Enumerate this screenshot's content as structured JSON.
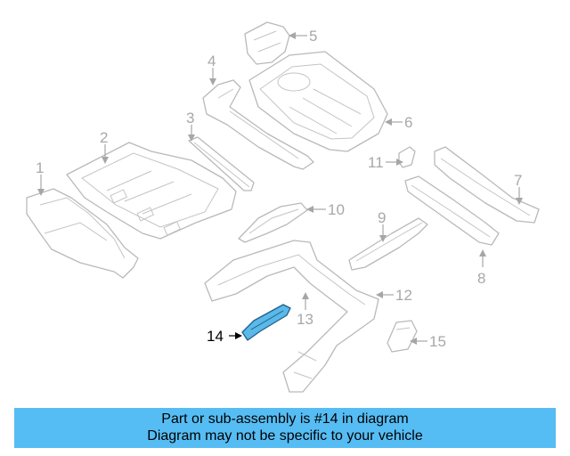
{
  "diagram": {
    "callouts": [
      "1",
      "2",
      "3",
      "4",
      "5",
      "6",
      "7",
      "8",
      "9",
      "10",
      "11",
      "12",
      "13",
      "14",
      "15"
    ],
    "highlighted_part": "14",
    "highlight_color": "#5ab9e8"
  },
  "caption": {
    "line1": "Part or sub-assembly is #14 in diagram",
    "line2": "Diagram may not be specific to your vehicle",
    "background": "#56bdf4"
  }
}
